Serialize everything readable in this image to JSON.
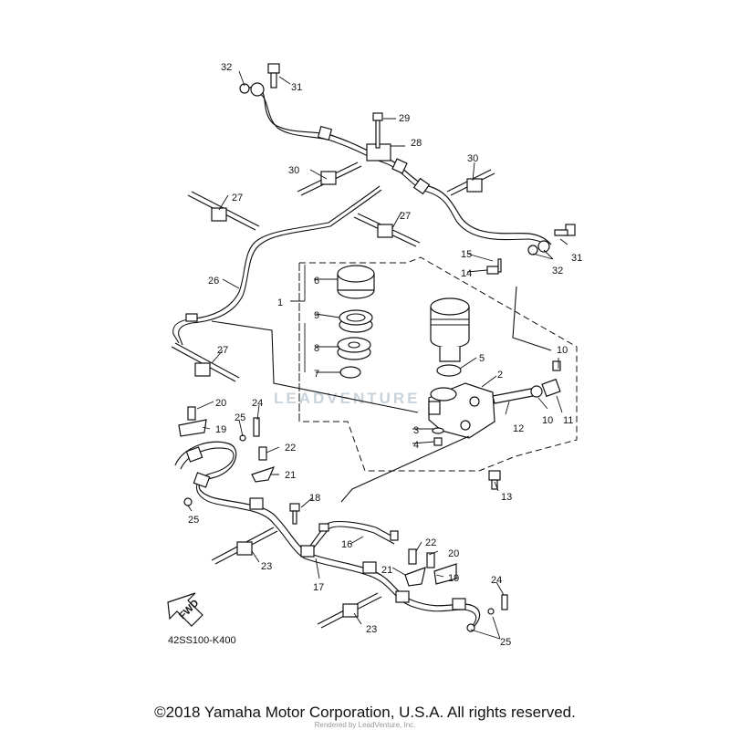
{
  "diagram": {
    "callouts": [
      "1",
      "2",
      "3",
      "4",
      "5",
      "6",
      "7",
      "8",
      "9",
      "10",
      "10",
      "11",
      "12",
      "13",
      "14",
      "15",
      "16",
      "17",
      "18",
      "19",
      "19",
      "20",
      "20",
      "21",
      "21",
      "22",
      "22",
      "23",
      "23",
      "24",
      "24",
      "25",
      "25",
      "25",
      "26",
      "27",
      "27",
      "27",
      "28",
      "29",
      "30",
      "30",
      "31",
      "31",
      "32",
      "32"
    ],
    "fwd_label": "FWD",
    "diagram_code": "42SS100-K400"
  },
  "watermark": "LEADVENTURE",
  "footer": {
    "copyright": "©2018 Yamaha Motor Corporation, U.S.A. All rights reserved.",
    "rendered_by": "Rendered by LeadVenture, Inc."
  }
}
